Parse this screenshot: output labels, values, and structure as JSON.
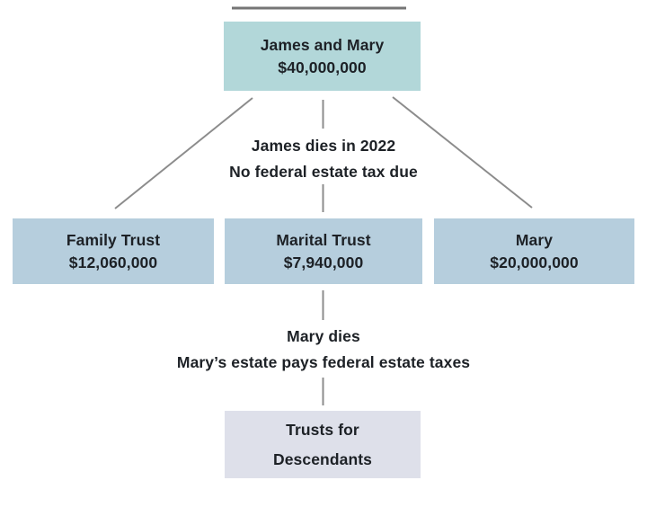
{
  "diagram": {
    "nodes": {
      "couple": {
        "line1": "James and Mary",
        "line2": "$40,000,000"
      },
      "family_trust": {
        "line1": "Family Trust",
        "line2": "$12,060,000"
      },
      "marital_trust": {
        "line1": "Marital Trust",
        "line2": "$7,940,000"
      },
      "mary": {
        "line1": "Mary",
        "line2": "$20,000,000"
      },
      "descendants": {
        "line1": "Trusts for",
        "line2": "Descendants"
      }
    },
    "annotations": {
      "james_death": {
        "line1": "James dies in 2022",
        "line2": "No federal estate tax due"
      },
      "mary_death": {
        "line1": "Mary dies",
        "line2": "Mary’s estate pays federal estate taxes"
      }
    },
    "colors": {
      "top_node_fill": "#b2d7d9",
      "mid_node_fill": "#b6cedd",
      "bottom_node_fill": "#dee0ea",
      "connector": "#8c8c8c",
      "top_rule": "#757575",
      "text": "#1d2126"
    }
  }
}
